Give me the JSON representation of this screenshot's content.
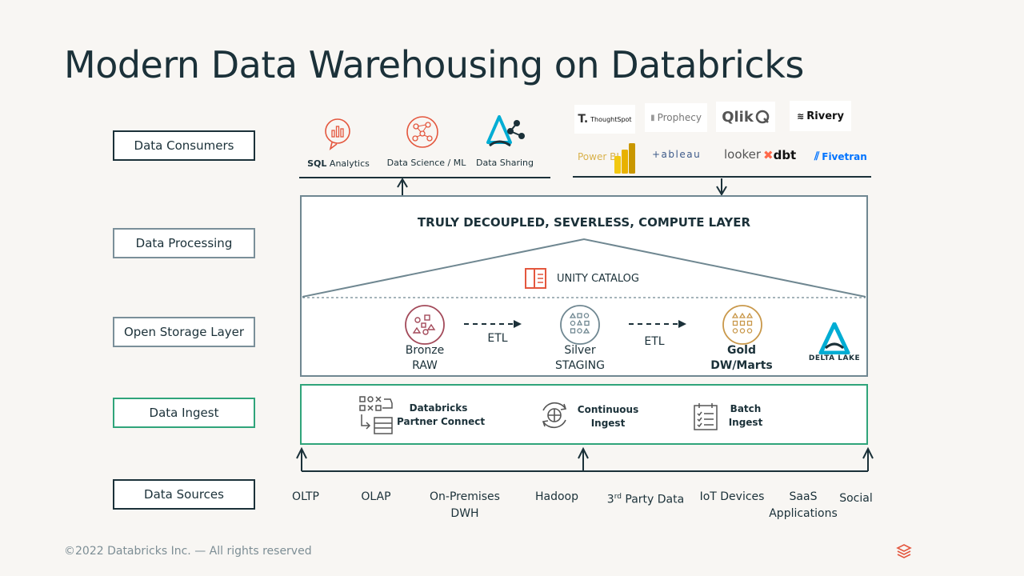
{
  "title": "Modern Data Warehousing on Databricks",
  "layers": {
    "consumers": "Data Consumers",
    "processing": "Data Processing",
    "storage": "Open Storage Layer",
    "ingest": "Data Ingest",
    "sources": "Data Sources"
  },
  "consumers": {
    "sql_bold": "SQL",
    "sql_rest": " Analytics",
    "ds_ml": "Data Science / ML",
    "sharing": "Data Sharing"
  },
  "partner_logos": {
    "thoughtspot": "ThoughtSpot",
    "prophecy": "Prophecy",
    "qlik": "Qlik",
    "rivery": "Rivery",
    "powerbi": "Power BI",
    "tableau": "+ableau",
    "looker": "looker",
    "dbt": "dbt",
    "fivetran": "Fivetran"
  },
  "processing": {
    "compute": "TRULY DECOUPLED, SEVERLESS, COMPUTE LAYER",
    "catalog": "UNITY CATALOG"
  },
  "storage": {
    "bronze_1": "Bronze",
    "bronze_2": "RAW",
    "etl_1": "ETL",
    "silver_1": "Silver",
    "silver_2": "STAGING",
    "etl_2": "ETL",
    "gold_1": "Gold",
    "gold_2": "DW/Marts",
    "delta": "DELTA LAKE"
  },
  "ingest": {
    "partner_1": "Databricks",
    "partner_2": "Partner Connect",
    "cont_1": "Continuous",
    "cont_2": "Ingest",
    "batch_1": "Batch",
    "batch_2": "Ingest"
  },
  "sources": {
    "oltp": "OLTP",
    "olap": "OLAP",
    "onprem_1": "On-Premises",
    "onprem_2": "DWH",
    "hadoop": "Hadoop",
    "third_1": "3",
    "third_sup": "rd",
    "third_2": " Party Data",
    "iot": "IoT Devices",
    "saas_1": "SaaS",
    "saas_2": "Applications",
    "social": "Social"
  },
  "footer": "©2022 Databricks Inc. — All rights reserved",
  "colors": {
    "ink": "#1b3139",
    "frame": "#6f8791",
    "ingest_green": "#2fa47a",
    "brand_red": "#e4573e",
    "bronze": "#a34a5a",
    "silver": "#6f8791",
    "gold": "#c9984a",
    "delta_blue": "#00add4"
  }
}
